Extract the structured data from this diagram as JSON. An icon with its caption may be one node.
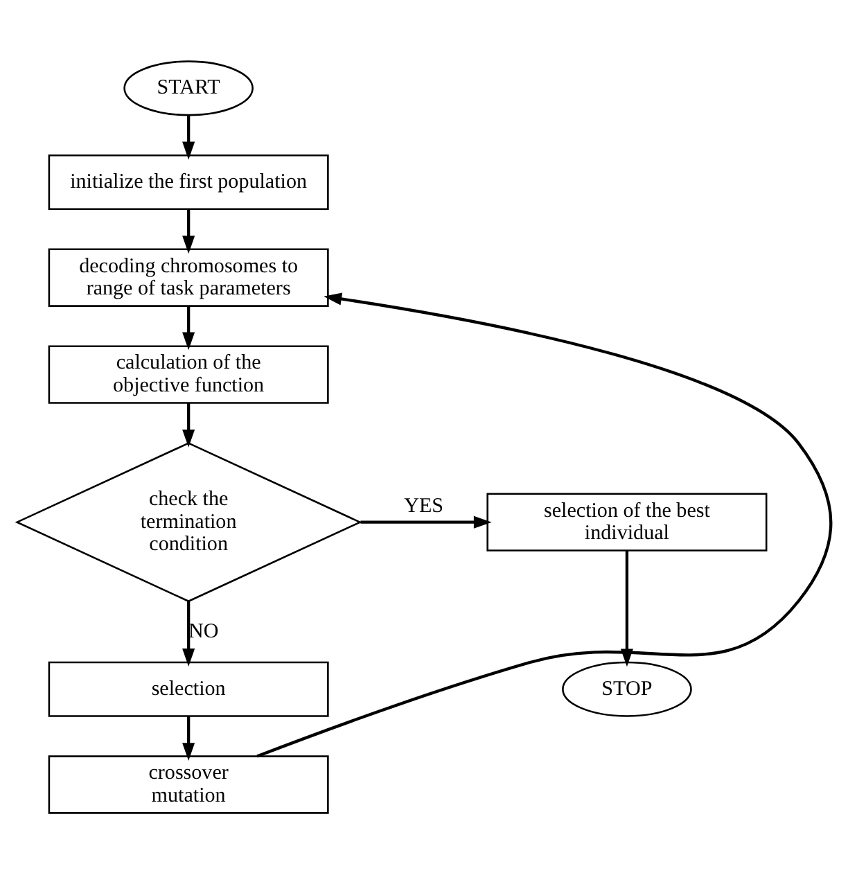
{
  "diagram": {
    "nodes": [
      {
        "text": [
          "START"
        ]
      },
      {
        "text": [
          "initialize the first population"
        ]
      },
      {
        "text": [
          "decoding chromosomes to range of task parameters"
        ]
      },
      {
        "text": [
          "calculation of the objective function"
        ]
      },
      {
        "text": [
          "check the termination condition"
        ]
      },
      {
        "text": [
          "selection of the best individual"
        ]
      },
      {
        "text": [
          "STOP"
        ]
      },
      {
        "text": [
          "selection"
        ]
      },
      {
        "text": [
          "crossover mutation"
        ]
      }
    ],
    "edges": [
      {
        "from": 0,
        "to": 1,
        "arrow": "to"
      },
      {
        "from": 1,
        "to": 2,
        "arrow": "to"
      },
      {
        "from": 2,
        "to": 3,
        "arrow": "to"
      },
      {
        "from": 3,
        "to": 4,
        "arrow": "to"
      },
      {
        "from": 4,
        "to": 5,
        "arrow": "to",
        "label": "YES"
      },
      {
        "from": 5,
        "to": 6,
        "arrow": "to"
      },
      {
        "from": 4,
        "to": 7,
        "arrow": "to",
        "label": "NO"
      },
      {
        "from": 7,
        "to": 8,
        "arrow": "to"
      },
      {
        "from": 8,
        "to": 2,
        "arrow": "to"
      }
    ]
  }
}
